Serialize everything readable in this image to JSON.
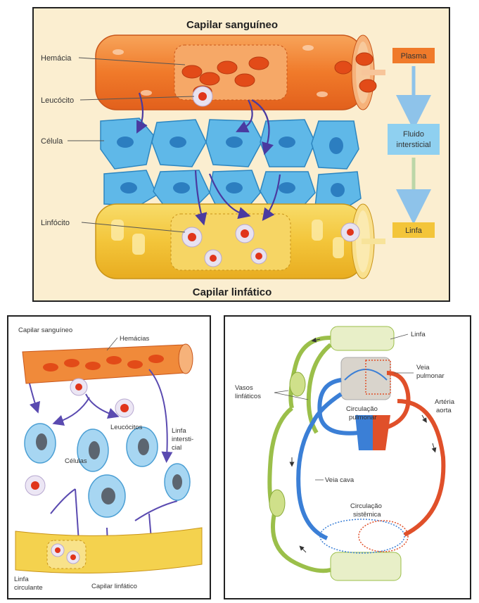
{
  "top_figure": {
    "title_top": "Capilar sanguíneo",
    "title_bottom": "Capilar linfático",
    "labels": {
      "hemacia": "Hemácia",
      "leucocito": "Leucócito",
      "celula": "Célula",
      "linfocito": "Linfócito"
    },
    "flow_boxes": {
      "plasma": "Plasma",
      "fluido_line1": "Fluido",
      "fluido_line2": "intersticial",
      "linfa": "Linfa"
    },
    "colors": {
      "blood": "#f07a2a",
      "cells": "#5fb8e8",
      "lymph": "#f3c53a",
      "arrow": "#4a3aa0"
    }
  },
  "bottom_left_figure": {
    "labels": {
      "capilar_sanguineo": "Capilar sanguíneo",
      "hemacias": "Hemácias",
      "leucocitos": "Leucócitos",
      "linfa_intersticial_l1": "Linfa",
      "linfa_intersticial_l2": "intersti-",
      "linfa_intersticial_l3": "cial",
      "celulas": "Células",
      "linfa_circulante_l1": "Linfa",
      "linfa_circulante_l2": "circulante",
      "capilar_linfatico": "Capilar linfático"
    }
  },
  "bottom_right_figure": {
    "labels": {
      "linfa": "Linfa",
      "veia_pulmonar_l1": "Veia",
      "veia_pulmonar_l2": "pulmonar",
      "vasos_linfaticos_l1": "Vasos",
      "vasos_linfaticos_l2": "linfáticos",
      "circulacao_pulmonar_l1": "Circulação",
      "circulacao_pulmonar_l2": "pulmonar",
      "arteria_aorta_l1": "Artéria",
      "arteria_aorta_l2": "aorta",
      "veia_cava": "Veia cava",
      "circulacao_sistemica_l1": "Circulação",
      "circulacao_sistemica_l2": "sistêmica"
    },
    "colors": {
      "venous": "#3b7fd6",
      "arterial": "#e0502a",
      "lymphatic": "#9bbf4a"
    }
  }
}
